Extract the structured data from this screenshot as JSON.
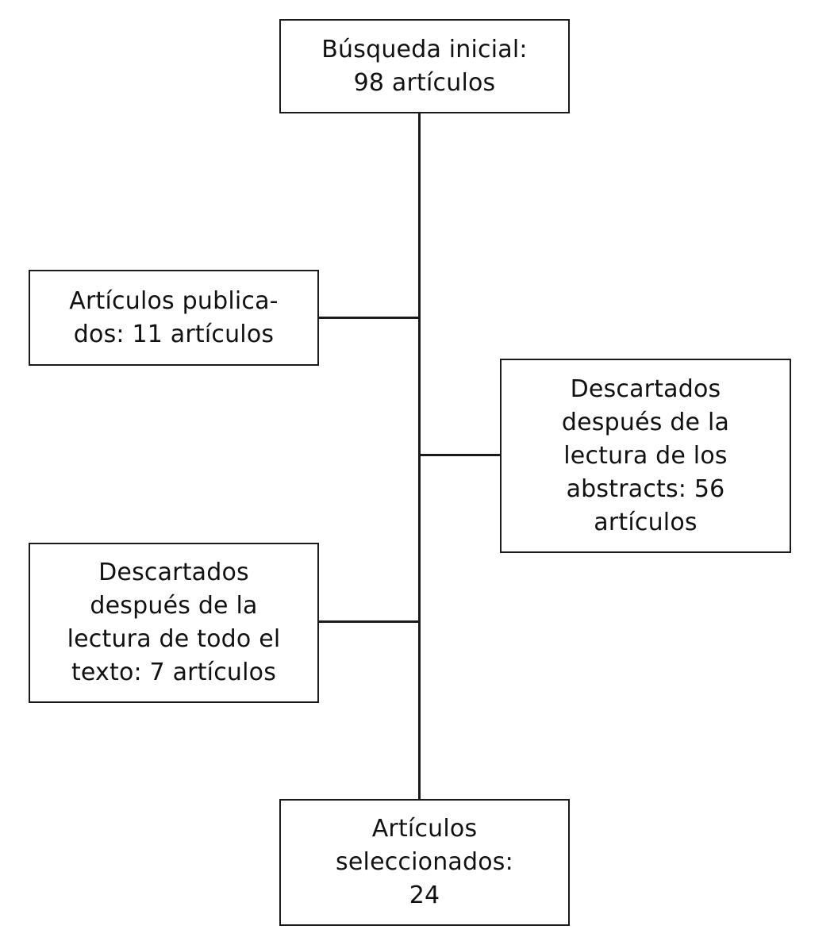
{
  "diagram": {
    "type": "flowchart",
    "title": "",
    "language": "es",
    "colors": {
      "stroke": "#1a1a1a",
      "background": "#ffffff",
      "text": "#111111"
    },
    "nodes": [
      {
        "id": "initial-search",
        "label": "Búsqueda inicial:\n98 artículos",
        "count": 98,
        "count_label": "98 artículos"
      },
      {
        "id": "published",
        "label": "Artículos publica-\ndos: 11 artículos",
        "count": 11,
        "count_label": "11 artículos"
      },
      {
        "id": "discarded-abstracts",
        "label": "Descartados\ndespués de la\nlectura de los\nabstracts: 56\nartículos",
        "count": 56,
        "count_label": "56 artículos"
      },
      {
        "id": "discarded-fulltext",
        "label": "Descartados\ndespués de la\nlectura de todo el\ntexto: 7 artículos",
        "count": 7,
        "count_label": "7 artículos"
      },
      {
        "id": "selected",
        "label": "Artículos\nseleccionados:\n24",
        "count": 24,
        "count_label": "24"
      }
    ],
    "edges": [
      {
        "id": "trunk",
        "from": "initial-search",
        "to": "selected",
        "orientation": "vertical"
      },
      {
        "id": "published",
        "from": "trunk",
        "to": "published",
        "orientation": "horizontal"
      },
      {
        "id": "abstracts",
        "from": "trunk",
        "to": "discarded-abstracts",
        "orientation": "horizontal"
      },
      {
        "id": "fulltext",
        "from": "trunk",
        "to": "discarded-fulltext",
        "orientation": "horizontal"
      }
    ]
  }
}
